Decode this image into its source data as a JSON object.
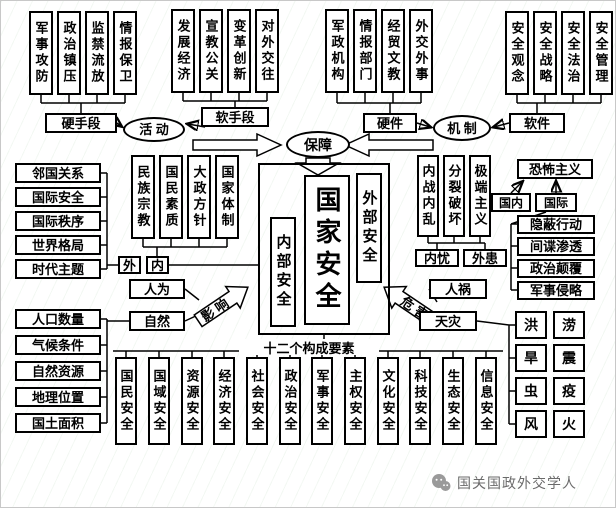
{
  "activities": {
    "hard_items": [
      "军事攻防",
      "政治镇压",
      "监禁流放",
      "情报保卫"
    ],
    "hard": "硬手段",
    "soft_items": [
      "发展经济",
      "宣教公关",
      "变革创新",
      "对外交往"
    ],
    "soft": "软手段",
    "hub": "活 动"
  },
  "mechanism": {
    "hard_items": [
      "军政机构",
      "情报部门",
      "经贸文教",
      "外交外事"
    ],
    "hard": "硬件",
    "soft_items": [
      "安全观念",
      "安全战略",
      "安全法治",
      "安全管理"
    ],
    "soft": "软件",
    "hub": "机 制"
  },
  "guarantee": "保障",
  "center": {
    "title": "国家安全",
    "internal": "内部安全",
    "external": "外部安全"
  },
  "external_env": [
    "邻国关系",
    "国际安全",
    "国际秩序",
    "世界格局",
    "时代主题"
  ],
  "internal_env": [
    "民族宗教",
    "国民素质",
    "大政方针",
    "国家体制"
  ],
  "labels": {
    "wai": "外",
    "nei": "内",
    "neiyou": "内忧",
    "waihuan": "外患",
    "guonei": "国内",
    "guoji": "国际",
    "influence": "影 响",
    "harm": "危 害",
    "twelve": "十二个构成要素"
  },
  "internal_threats": [
    "内战内乱",
    "分裂破坏",
    "极端主义"
  ],
  "external_threats": {
    "terror": "恐怖主义",
    "items": [
      "隐蔽行动",
      "间谍渗透",
      "政治颠覆",
      "军事侵略"
    ]
  },
  "influence": {
    "manmade": "人为",
    "natural": "自然"
  },
  "harm": {
    "manmade": "人祸",
    "natural": "天灾"
  },
  "geo_factors": [
    "人口数量",
    "气候条件",
    "自然资源",
    "地理位置",
    "国土面积"
  ],
  "disasters": [
    "洪",
    "涝",
    "旱",
    "震",
    "虫",
    "疫",
    "风",
    "火"
  ],
  "elements": [
    "国民安全",
    "国域安全",
    "资源安全",
    "经济安全",
    "社会安全",
    "政治安全",
    "军事安全",
    "主权安全",
    "文化安全",
    "科技安全",
    "生态安全",
    "信息安全"
  ],
  "watermark": "国关国政外交学人",
  "colors": {
    "line": "#000000",
    "background": "#ffffff",
    "watermark_gray": "#6b6b6b"
  }
}
